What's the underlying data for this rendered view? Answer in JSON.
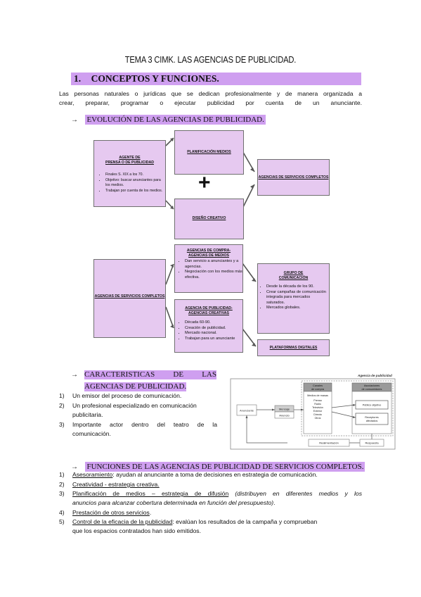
{
  "title": "TEMA 3 CIMK. LAS AGENCIAS DE PUBLICIDAD.",
  "section1": {
    "number": "1.",
    "heading": "CONCEPTOS Y FUNCIONES."
  },
  "intro_paragraph": {
    "line1": "Las personas naturales o jurídicas que se dedican profesionalmente y de manera organizada a",
    "line2": "crear, preparar, programar o ejecutar publicidad por cuenta de un anunciante."
  },
  "arrow_symbol": "→",
  "evolucion": {
    "heading": "EVOLUCIÓN DE LAS AGENCIAS DE PUBLICIDAD.",
    "agente": {
      "title_line1": "AGENTE DE",
      "title_line2": "PRENSA O DE PUBLICIDAD",
      "bullets": [
        "Finales S. XIX a los 70.",
        "Objetivo: buscar anunciantes para los medios.",
        "Trabajan por cuenta de los medios."
      ]
    },
    "planificacion": "PLANIFICACIÓN MEDIOS",
    "plus": "+",
    "diseno": "DISEÑO CREATIVO",
    "servicios_completos": "AGENCIAS DE SERVICIOS COMPLETOS",
    "servicios_completos_left": "AGENCIAS DE SERVICIOS COMPLETOS",
    "compra": {
      "title_line1": "AGENCIAS DE COMPRA-",
      "title_line2": "AGENCIAS DE MEDIOS",
      "bullets": [
        "Dan servicio a anunciantes y a agencias.",
        "Negociación con los medios más efectiva."
      ]
    },
    "creativas": {
      "title_line1": "AGENCIA DE PUBLICIDAD-",
      "title_line2": "AGENCIAS CREATIVAS",
      "bullets": [
        "Década 60-90.",
        "Creación de publicidad.",
        "Mercado nacional.",
        "Trabajan para un anunciante"
      ]
    },
    "grupo": {
      "title_line1": "GRUPO DE",
      "title_line2": "COMUNICACIÓN",
      "bullets": [
        "Desde la década de los 90.",
        "Crear campañas de comunicación integrada para mercados saturados.",
        "Mercados globales."
      ]
    },
    "plataformas": "PLATAFORMAS DIGITALES"
  },
  "caracteristicas": {
    "heading_line1": "CARACTERISTICAS DE LAS",
    "heading_line2": "AGENCIAS DE PUBLICIDAD.",
    "items": [
      {
        "n": "1)",
        "line1": "Un emisor del proceso de comunicación."
      },
      {
        "n": "2)",
        "line1": "Un profesional especializado en comunicación",
        "line2": "publicitaria."
      },
      {
        "n": "3)",
        "line1": "Importante actor dentro del teatro de la",
        "line2": "comunicación."
      }
    ]
  },
  "diagram": {
    "agencia_label": "Agencia de publicidad",
    "anunciante": "Anunciante",
    "mensaje": "Mensaje",
    "anuncio": "Anuncio",
    "canales_line1": "Canales",
    "canales_line2": "de compra",
    "medios_masas": "Medios de masas",
    "medios_list": [
      "Prensa",
      "Radio",
      "Televisión",
      "Exterior",
      "Directa",
      "Otros"
    ],
    "asociaciones_line1": "Asociaciones",
    "asociaciones_line2": "de consumidores",
    "publico_objetivo": "Público objetivo",
    "receptor_line1": "Receptores",
    "receptor_line2": "afectados",
    "realimentacion": "Realimentación",
    "respuesta": "Respuesta"
  },
  "funciones": {
    "heading": "FUNCIONES DE LAS AGENCIAS DE PUBLICIDAD DE SERVICIOS COMPLETOS.",
    "items": [
      {
        "n": "1)",
        "u": "Asesoramiento",
        "rest": ": ayudan al anunciante a toma de decisiones en estrategia de comunicación."
      },
      {
        "n": "2)",
        "u": "Creatividad - estrategia creativa.",
        "rest": ""
      },
      {
        "n": "3)",
        "u": "Planificación de medios – estrategia de difusión",
        "rest_it": " (distribuyen en diferentes medios y los",
        "line2_it": "anuncios para alcanzar cobertura determinada en función del presupuesto)",
        "line2_end": "."
      },
      {
        "n": "4)",
        "u": "Prestación de otros servicios",
        "rest": "."
      },
      {
        "n": "5)",
        "u": "Control de la eficacia de la publicidad",
        "rest": ": evalúan los resultados de la campaña y comprueban",
        "line2": "que los espacios contratados han sido emitidos."
      }
    ]
  },
  "colors": {
    "highlight": "#cf9ff0",
    "box_fill": "#e6c9f0",
    "box_border": "#6f6f6f"
  }
}
